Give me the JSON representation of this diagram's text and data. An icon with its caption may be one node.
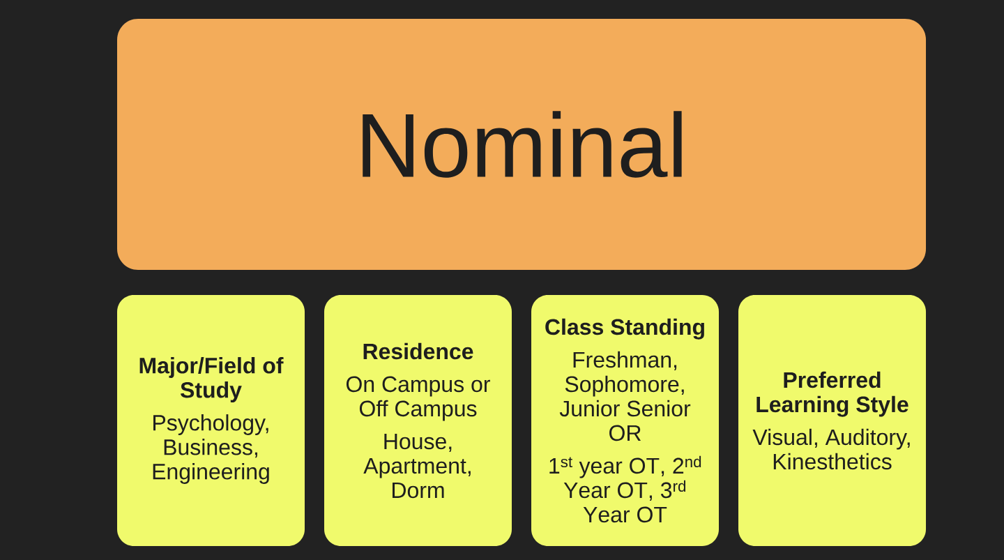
{
  "diagram": {
    "nodes": [
      {
        "text": [
          "Nominal"
        ]
      },
      {
        "text": [
          "Major/Field of Study",
          "Psychology, Business, Engineering"
        ]
      },
      {
        "text": [
          "Residence",
          "On Campus or Off Campus",
          "House, Apartment, Dorm"
        ]
      },
      {
        "text": [
          "Class Standing",
          "Freshman, Sophomore, Junior Senior OR",
          "\\mathrm{1}^{\\mathrm{st}}\\ \\mathrm{year}\\ \\mathrm{OT}\\mbox{,}\\ \\mathrm{2}^{\\mathrm{nd}}\\ \\mathrm{Year}\\ \\mathrm{OT}\\mbox{,}\\ \\mathrm{3}^{\\mathrm{rd}}\\ \\mathrm{Year}\\ \\mathrm{OT}"
        ]
      },
      {
        "text": [
          "Preferred Learning Style",
          "Visual, Auditory, Kinesthetics"
        ]
      }
    ]
  }
}
